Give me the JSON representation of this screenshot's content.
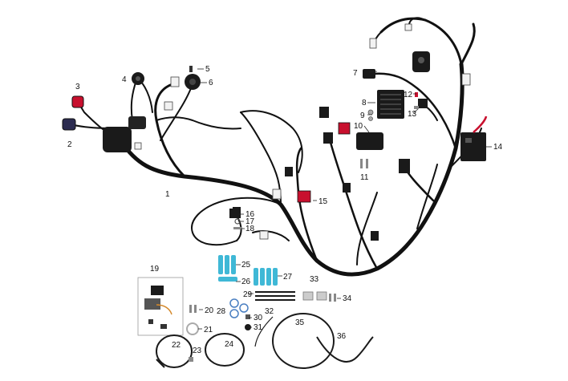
{
  "diagram": {
    "colors": {
      "wire": "#111111",
      "connector_red": "#c8102e",
      "connector_white": "#f2f2f2",
      "tube_cyan": "#3fb8d6",
      "component_black": "#1a1a1a"
    },
    "callouts": [
      "1",
      "2",
      "3",
      "4",
      "5",
      "6",
      "7",
      "8",
      "9",
      "10",
      "11",
      "12",
      "13",
      "14",
      "15",
      "16",
      "17",
      "18",
      "19",
      "20",
      "21",
      "22",
      "23",
      "24",
      "25",
      "26",
      "27",
      "28",
      "29",
      "30",
      "31",
      "32",
      "33",
      "34",
      "35",
      "36"
    ]
  }
}
